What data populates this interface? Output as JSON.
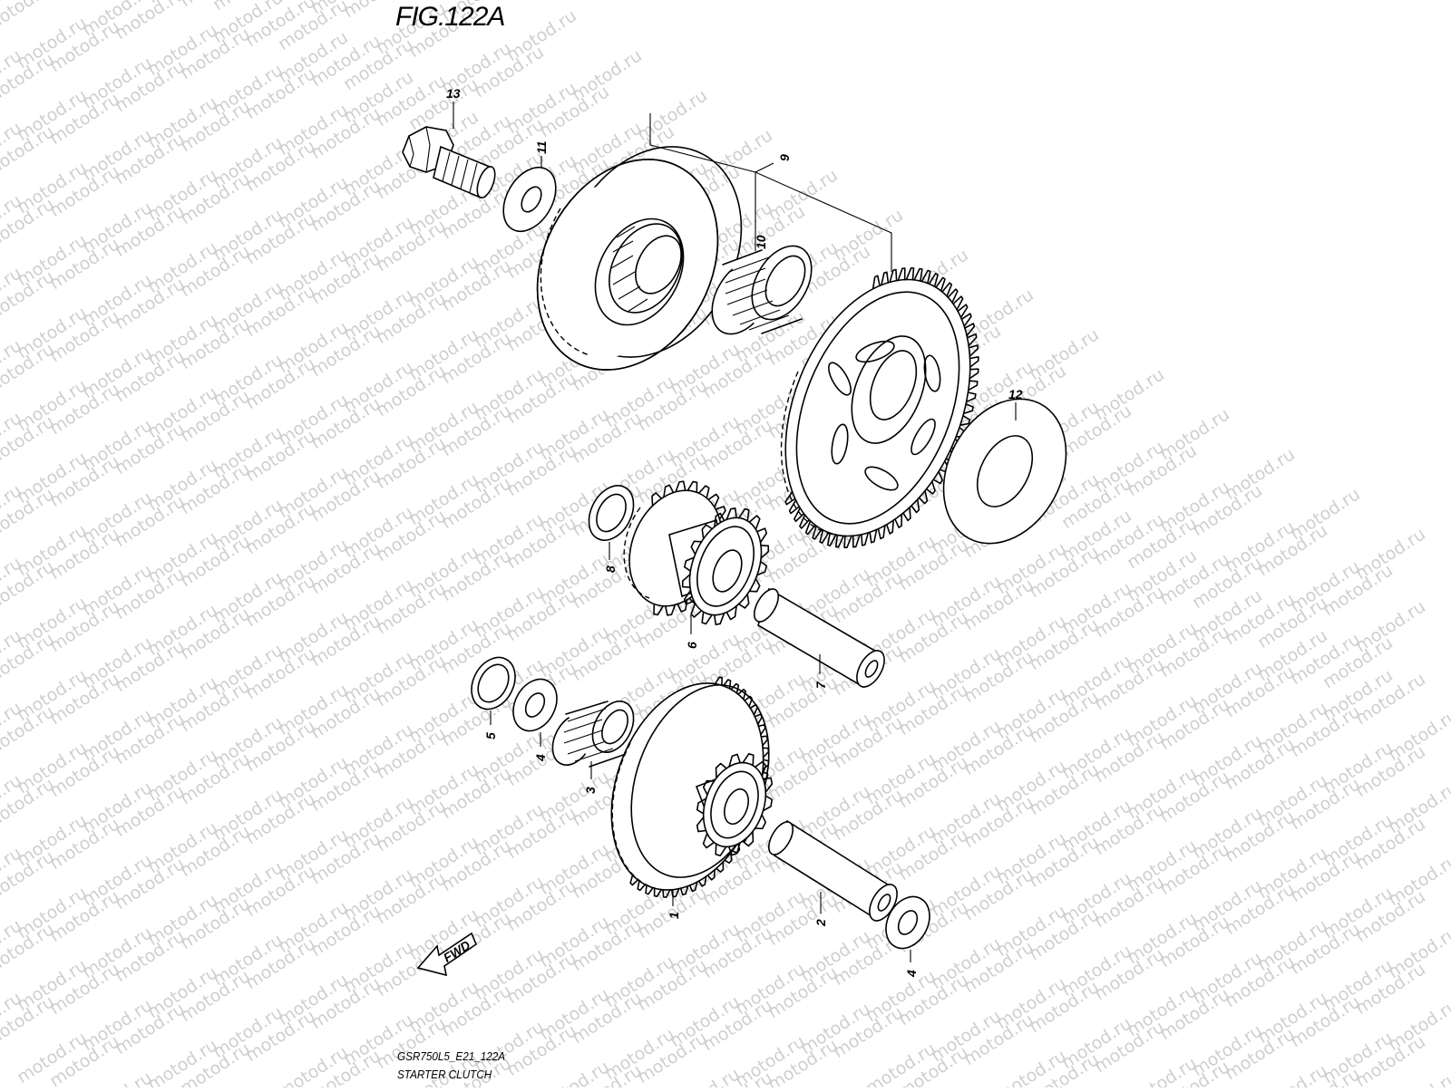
{
  "figure": {
    "title": "FIG.122A",
    "model_code": "GSR750L5_E21_122A",
    "group_name": "STARTER CLUTCH"
  },
  "watermark": {
    "text": "motod.ru"
  },
  "direction_indicator": {
    "label": "FWD"
  },
  "parts": [
    {
      "id": "part-1",
      "number": "1"
    },
    {
      "id": "part-2",
      "number": "2"
    },
    {
      "id": "part-3",
      "number": "3"
    },
    {
      "id": "part-4a",
      "number": "4"
    },
    {
      "id": "part-4b",
      "number": "4"
    },
    {
      "id": "part-5",
      "number": "5"
    },
    {
      "id": "part-6",
      "number": "6"
    },
    {
      "id": "part-7",
      "number": "7"
    },
    {
      "id": "part-8",
      "number": "8"
    },
    {
      "id": "part-9",
      "number": "9"
    },
    {
      "id": "part-10",
      "number": "10"
    },
    {
      "id": "part-11",
      "number": "11"
    },
    {
      "id": "part-12",
      "number": "12"
    },
    {
      "id": "part-13",
      "number": "13"
    }
  ]
}
